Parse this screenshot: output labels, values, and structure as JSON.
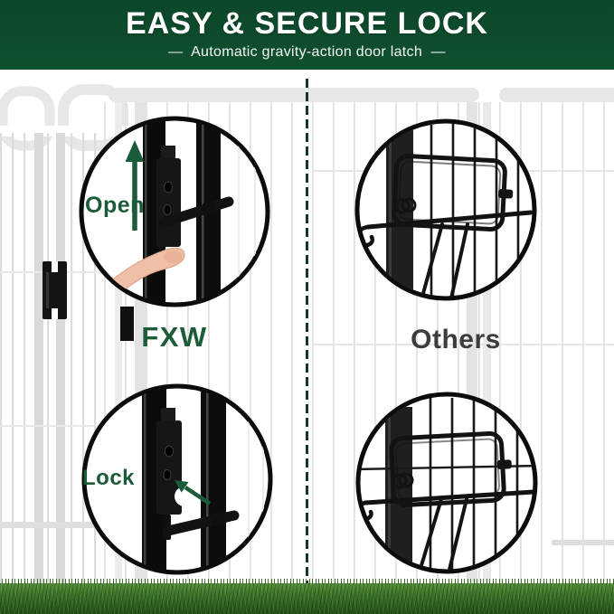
{
  "banner": {
    "title": "EASY & SECURE LOCK",
    "subtitle": "—  Automatic gravity-action door latch  —"
  },
  "comparison": {
    "brand_label": "FXW",
    "competitor_label": "Others",
    "open_label": "Open",
    "lock_label": "Lock"
  },
  "colors": {
    "banner_green": "#0e4c2d",
    "accent_green": "#1b5b39",
    "competitor_gray": "#3c3c3c",
    "divider_green": "#14382b",
    "fence_gray": "#e6e6e6",
    "grass_green": "#3c7529"
  },
  "icons": {
    "open_arrow": "up-arrow",
    "lock_arrow": "diagonal-arrow",
    "callouts": [
      "fxw-open-latch-photo",
      "others-top-latch-photo",
      "fxw-lock-latch-photo",
      "others-bottom-latch-photo"
    ]
  }
}
